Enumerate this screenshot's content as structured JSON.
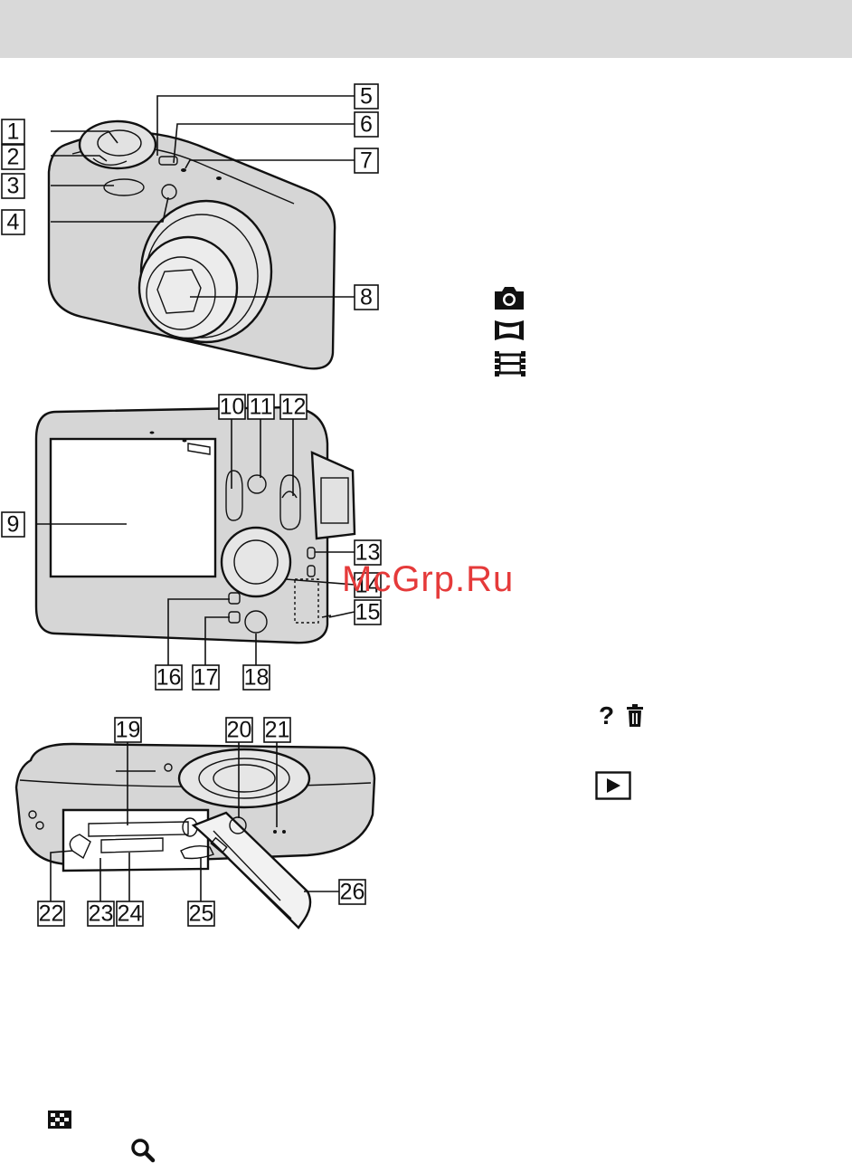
{
  "callouts": [
    {
      "id": "c1",
      "label": "1"
    },
    {
      "id": "c2",
      "label": "2"
    },
    {
      "id": "c3",
      "label": "3"
    },
    {
      "id": "c4",
      "label": "4"
    },
    {
      "id": "c5",
      "label": "5"
    },
    {
      "id": "c6",
      "label": "6"
    },
    {
      "id": "c7",
      "label": "7"
    },
    {
      "id": "c8",
      "label": "8"
    },
    {
      "id": "c9",
      "label": "9"
    },
    {
      "id": "c10",
      "label": "10"
    },
    {
      "id": "c11",
      "label": "11"
    },
    {
      "id": "c12",
      "label": "12"
    },
    {
      "id": "c13",
      "label": "13"
    },
    {
      "id": "c14",
      "label": "14"
    },
    {
      "id": "c15",
      "label": "15"
    },
    {
      "id": "c16",
      "label": "16"
    },
    {
      "id": "c17",
      "label": "17"
    },
    {
      "id": "c18",
      "label": "18"
    },
    {
      "id": "c19",
      "label": "19"
    },
    {
      "id": "c20",
      "label": "20"
    },
    {
      "id": "c21",
      "label": "21"
    },
    {
      "id": "c22",
      "label": "22"
    },
    {
      "id": "c23",
      "label": "23"
    },
    {
      "id": "c24",
      "label": "24"
    },
    {
      "id": "c25",
      "label": "25"
    },
    {
      "id": "c26",
      "label": "26"
    }
  ],
  "icons": {
    "still_camera": "camera-icon",
    "panorama": "panorama-icon",
    "movie": "movie-film-icon",
    "help": "help-icon",
    "delete": "trash-icon",
    "playback": "play-icon",
    "index": "index-grid-icon",
    "zoom": "magnifier-icon"
  },
  "help_glyph": "?",
  "watermark": "McGrp.Ru",
  "colors": {
    "header": "#d9d9d9",
    "camera_body": "#d6d6d6",
    "watermark": "#e53a3a"
  }
}
